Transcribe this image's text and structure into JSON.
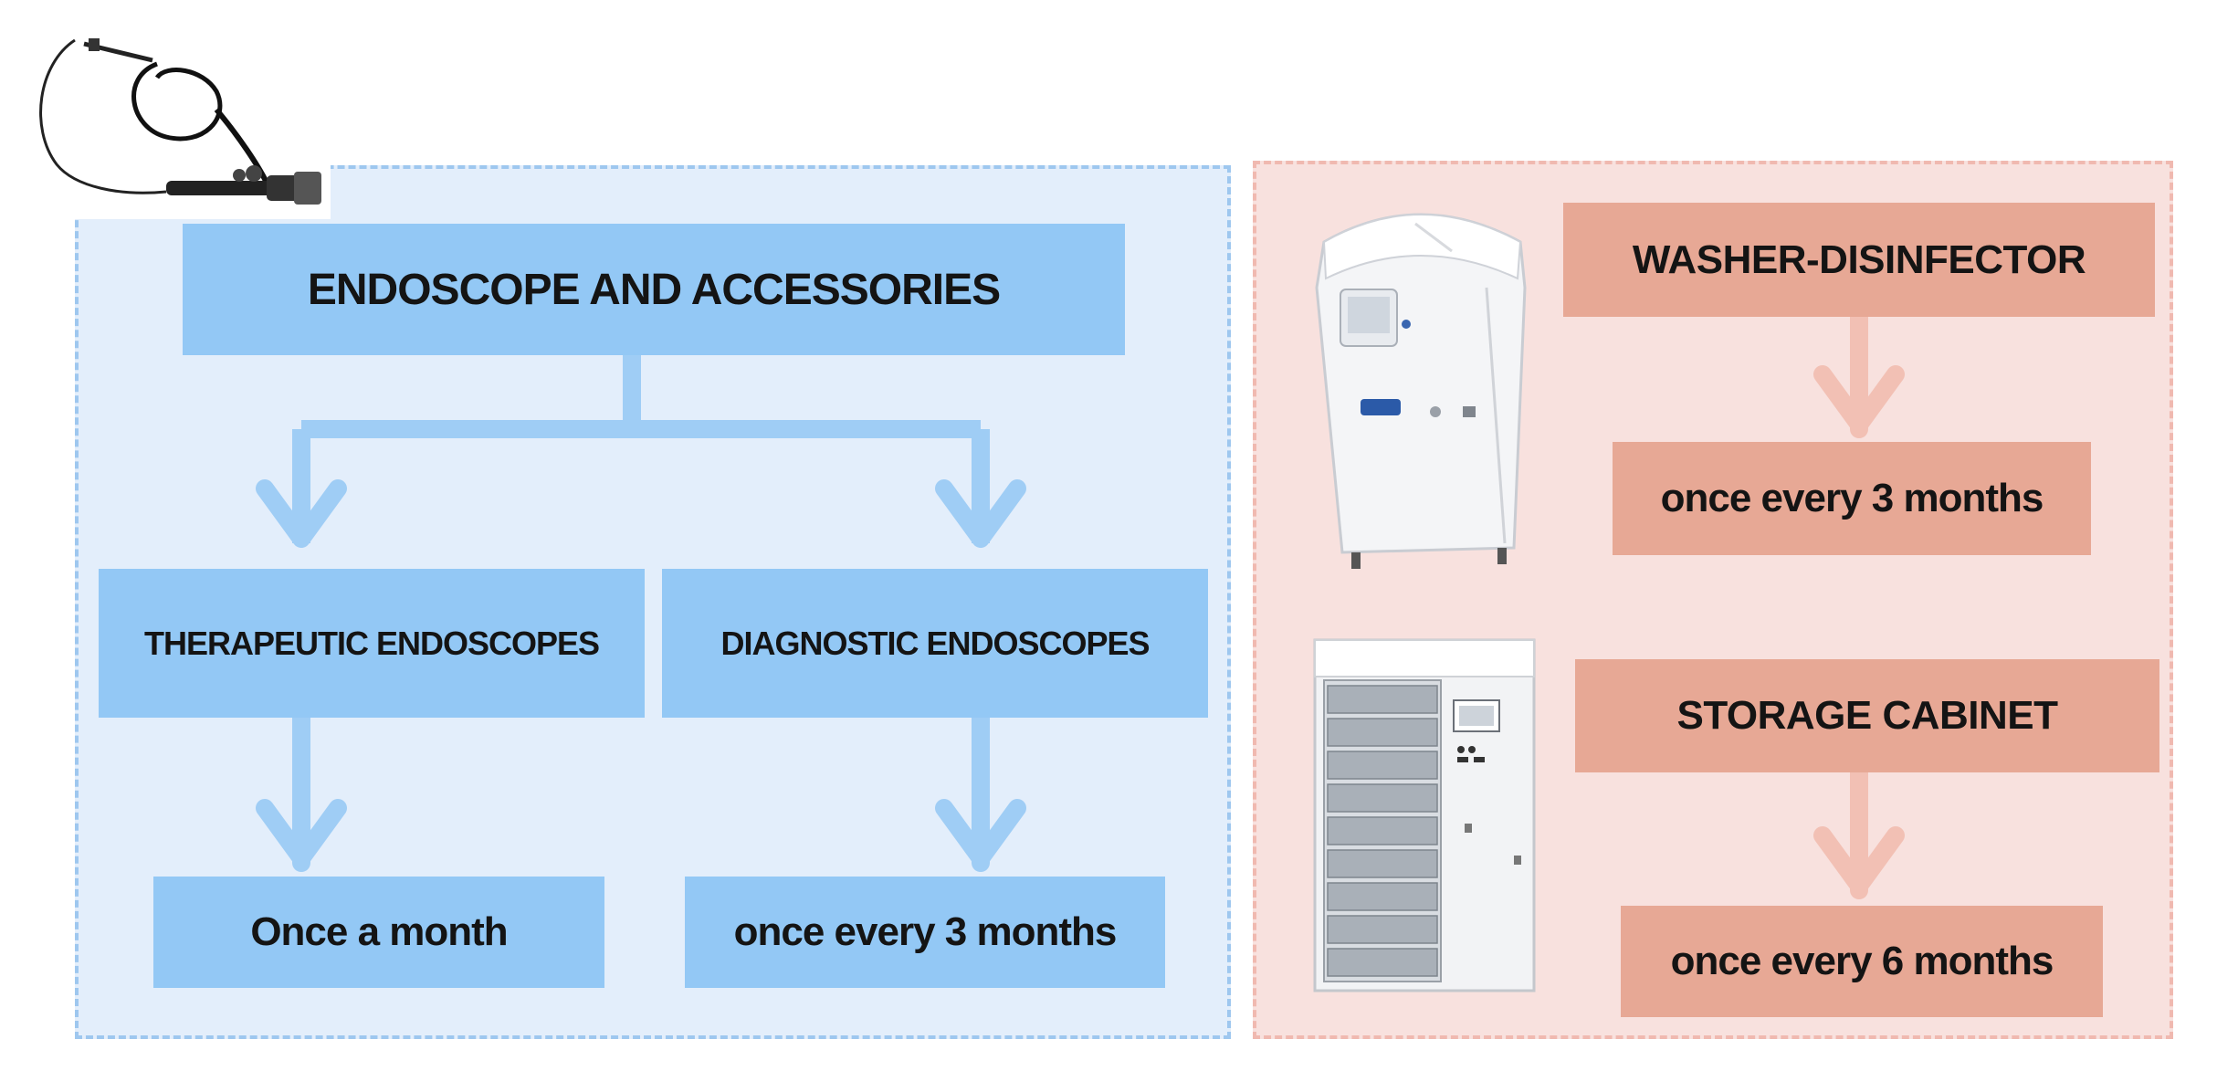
{
  "left": {
    "header": "ENDOSCOPE AND ACCESSORIES",
    "therapeutic": {
      "label": "THERAPEUTIC ENDOSCOPES",
      "frequency": "Once a month"
    },
    "diagnostic": {
      "label": "DIAGNOSTIC ENDOSCOPES",
      "frequency": "once every 3 months"
    }
  },
  "right": {
    "washer": {
      "label": "WASHER-DISINFECTOR",
      "frequency": "once every 3 months"
    },
    "cabinet": {
      "label": "STORAGE CABINET",
      "frequency": "once every 6 months"
    }
  },
  "colors": {
    "blue_panel": "#e3eefb",
    "blue_box": "#93c8f5",
    "blue_arrow": "#9fcdf5",
    "salmon_panel": "#f8e1de",
    "salmon_box": "#e7a895",
    "salmon_arrow": "#f2c0b4"
  },
  "icons": [
    "endoscope-icon",
    "washer-disinfector-icon",
    "storage-cabinet-icon"
  ]
}
